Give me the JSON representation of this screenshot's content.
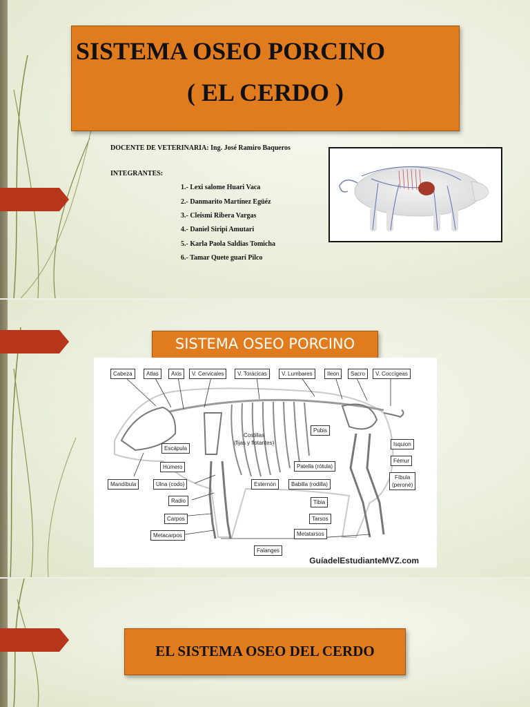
{
  "slide1": {
    "title_line1": "SISTEMA OSEO PORCINO",
    "title_line2": "( EL CERDO )",
    "docente": "DOCENTE DE VETERINARIA: Ing. José Ramiro Baqueros",
    "integrantes_heading": "INTEGRANTES:",
    "integrantes": [
      "1.- Lexi salome Huari Vaca",
      "2.- Danmarito Martínez Egüéz",
      "3.- Cleismi Ribera Vargas",
      "4.- Daniel Siripi Amutari",
      "5.- Karla Paola Saldias Tomicha",
      "6.- Tamar Quete guarí Pilco"
    ]
  },
  "slide2": {
    "subtitle": "SISTEMA OSEO PORCINO",
    "labels": {
      "cabeza": "Cabeza",
      "atlas": "Atlas",
      "axis": "Axis",
      "v_cervicales": "V. Cervicales",
      "v_toracicas": "V. Torácicas",
      "v_lumbares": "V. Lumbares",
      "ileon": "Ileon",
      "sacro": "Sacro",
      "v_coccigeas": "V. Coccígeas",
      "pubis": "Pubis",
      "isquion": "Isquion",
      "femur": "Fémur",
      "fibula": "Fíbula",
      "perone": "(peroné)",
      "escapula": "Escápula",
      "costillas": "Costillas",
      "costillas_sub": "(fijas y flotantes)",
      "humero": "Húmero",
      "mandibula": "Mandíbula",
      "ulna": "Ulna (codo)",
      "esternon": "Esternón",
      "patella": "Patella (rótula)",
      "babilla": "Babilla (rodilla)",
      "radio": "Radio",
      "tibia": "Tibia",
      "carpos": "Carpos",
      "tarsos": "Tarsos",
      "metacarpos": "Metacarpos",
      "metatarsos": "Metatarsos",
      "falanges": "Falanges"
    },
    "watermark": "GuíadelEstudianteMVZ.com"
  },
  "slide3": {
    "heading": "EL SISTEMA OSEO DEL CERDO"
  },
  "colors": {
    "accent_orange": "#e07c1e",
    "arrow_red": "#b7351b",
    "background": "#eef0e4"
  }
}
